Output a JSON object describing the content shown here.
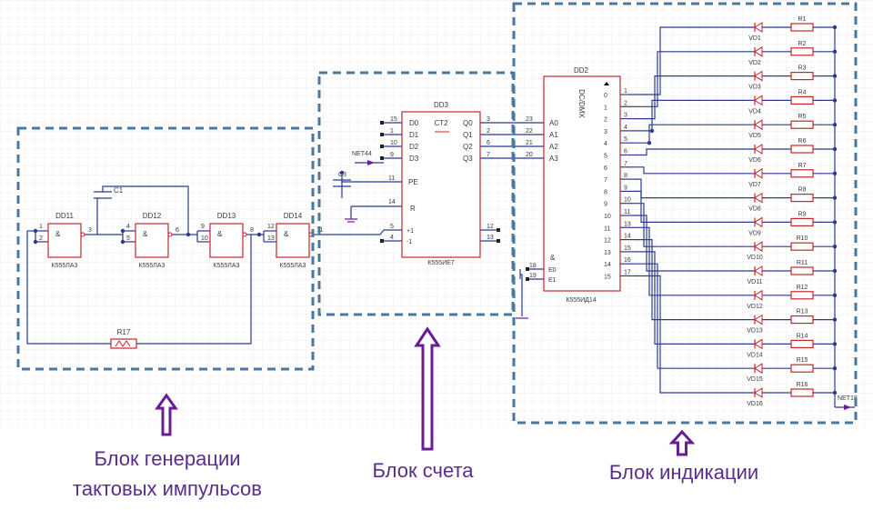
{
  "blocks": {
    "generator": {
      "line1": "Блок генерации",
      "line2": "тактовых импульсов"
    },
    "counter": {
      "line1": "Блок счета"
    },
    "indication": {
      "line1": "Блок индикации"
    }
  },
  "generator": {
    "gates": [
      {
        "name": "DD11",
        "type": "К555ЛА3",
        "sym": "&",
        "in": [
          "1",
          "2"
        ],
        "out": "3"
      },
      {
        "name": "DD12",
        "type": "К555ЛА3",
        "sym": "&",
        "in": [
          "4",
          "5"
        ],
        "out": "6"
      },
      {
        "name": "DD13",
        "type": "К555ЛА3",
        "sym": "&",
        "in": [
          "9",
          "10"
        ],
        "out": "8"
      },
      {
        "name": "DD14",
        "type": "К555ЛА3",
        "sym": "&",
        "in": [
          "12",
          "13"
        ],
        "out": "11"
      }
    ],
    "capacitor": "C1",
    "resistor": "R17"
  },
  "counter": {
    "chip": "DD3",
    "type": "К555ИЕ7",
    "func": "CT2",
    "d_pins": [
      "15",
      "1",
      "10",
      "9"
    ],
    "d_labels": [
      "D0",
      "D1",
      "D2",
      "D3"
    ],
    "q_labels": [
      "Q0",
      "Q1",
      "Q2",
      "Q3"
    ],
    "q_pins": [
      "3",
      "2",
      "6",
      "7"
    ],
    "pe_pin": "11",
    "pe_label": "PE",
    "r_pin": "14",
    "r_label": "R",
    "clk_pins": [
      "5",
      "4"
    ],
    "clk_labels": [
      "+1",
      "-1"
    ],
    "out_pins": [
      "12",
      "13"
    ],
    "net": "NET44",
    "cap": "C3"
  },
  "decoder": {
    "chip": "DD2",
    "type": "К555ИД14",
    "func": "DC/DMX",
    "a_pins": [
      "23",
      "22",
      "21",
      "20"
    ],
    "a_labels": [
      "A0",
      "A1",
      "A2",
      "A3"
    ],
    "en_pins": [
      "18",
      "19"
    ],
    "en_labels": [
      "E0",
      "E1"
    ],
    "en_sym": "&",
    "out_pins": [
      "1",
      "2",
      "3",
      "4",
      "5",
      "6",
      "7",
      "8",
      "9",
      "10",
      "11",
      "13",
      "14",
      "15",
      "16",
      "17"
    ],
    "out_labels": [
      "0",
      "1",
      "2",
      "3",
      "4",
      "5",
      "6",
      "7",
      "8",
      "9",
      "10",
      "11",
      "12",
      "13",
      "14",
      "15"
    ]
  },
  "indication": {
    "leds": [
      "VD1",
      "VD2",
      "VD3",
      "VD4",
      "VD5",
      "VD6",
      "VD7",
      "VD8",
      "VD9",
      "VD10",
      "VD11",
      "VD12",
      "VD13",
      "VD14",
      "VD15",
      "VD16"
    ],
    "resistors": [
      "R1",
      "R2",
      "R3",
      "R4",
      "R5",
      "R6",
      "R7",
      "R8",
      "R9",
      "R10",
      "R11",
      "R12",
      "R13",
      "R14",
      "R15",
      "R16"
    ],
    "net": "NET18"
  }
}
